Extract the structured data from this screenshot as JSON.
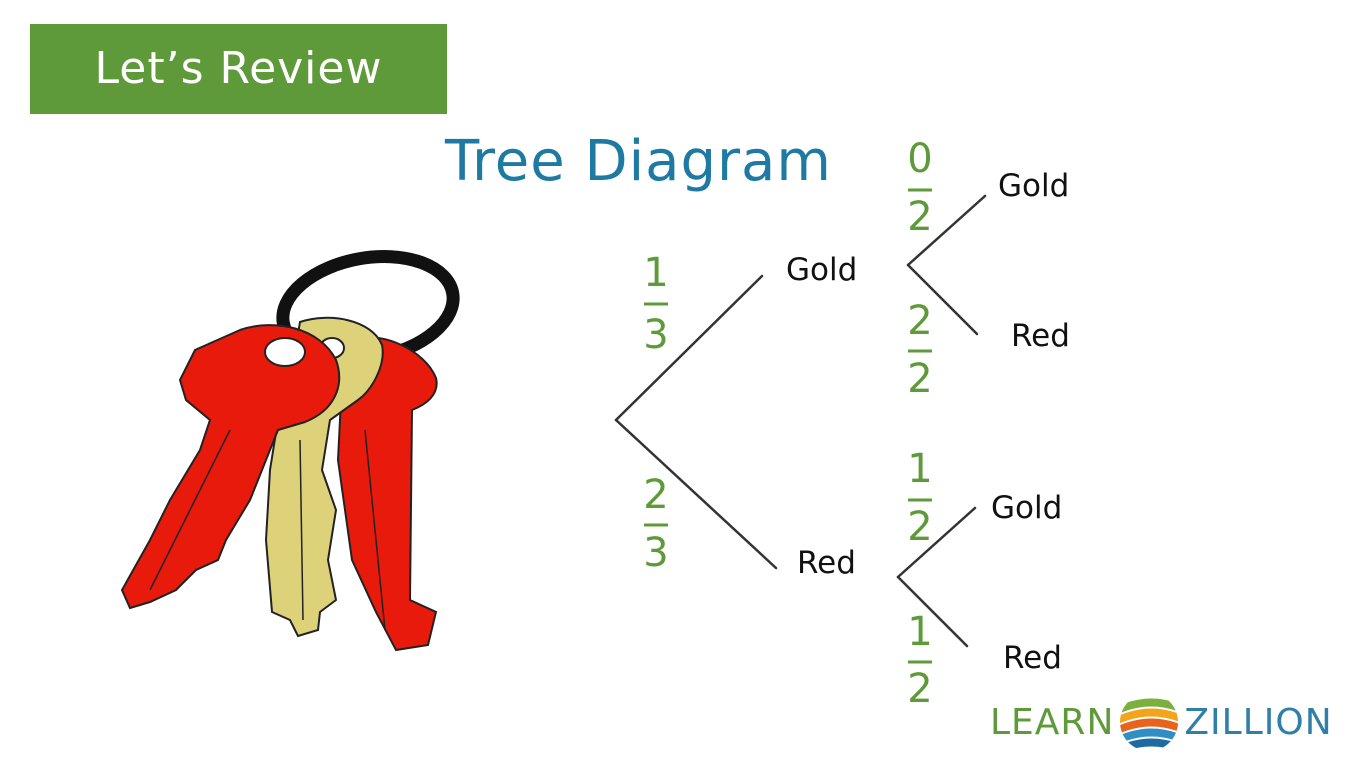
{
  "banner": {
    "label": "Let’s Review",
    "color": "#5f9a3a"
  },
  "title": {
    "text": "Tree Diagram",
    "color": "#1f7aa3"
  },
  "illustration": {
    "icon": "keys-icon",
    "colors": {
      "red_key": "#e81a0c",
      "gold_key": "#ddd27a",
      "ring": "#111111"
    }
  },
  "tree": {
    "level1": {
      "gold": {
        "label": "Gold",
        "probability": {
          "numerator": "1",
          "denominator": "3"
        }
      },
      "red": {
        "label": "Red",
        "probability": {
          "numerator": "2",
          "denominator": "3"
        }
      }
    },
    "level2": {
      "gold_gold": {
        "label": "Gold",
        "probability": {
          "numerator": "0",
          "denominator": "2"
        }
      },
      "gold_red": {
        "label": "Red",
        "probability": {
          "numerator": "2",
          "denominator": "2"
        }
      },
      "red_gold": {
        "label": "Gold",
        "probability": {
          "numerator": "1",
          "denominator": "2"
        }
      },
      "red_red": {
        "label": "Red",
        "probability": {
          "numerator": "1",
          "denominator": "2"
        }
      }
    },
    "fraction_color": "#5f9a3a"
  },
  "brand": {
    "left": "LEARN",
    "right": "ZILLION",
    "icon": "learnzillion-logo-icon",
    "colors": {
      "left": "#5f9a3a",
      "right": "#2f7fa8"
    }
  }
}
